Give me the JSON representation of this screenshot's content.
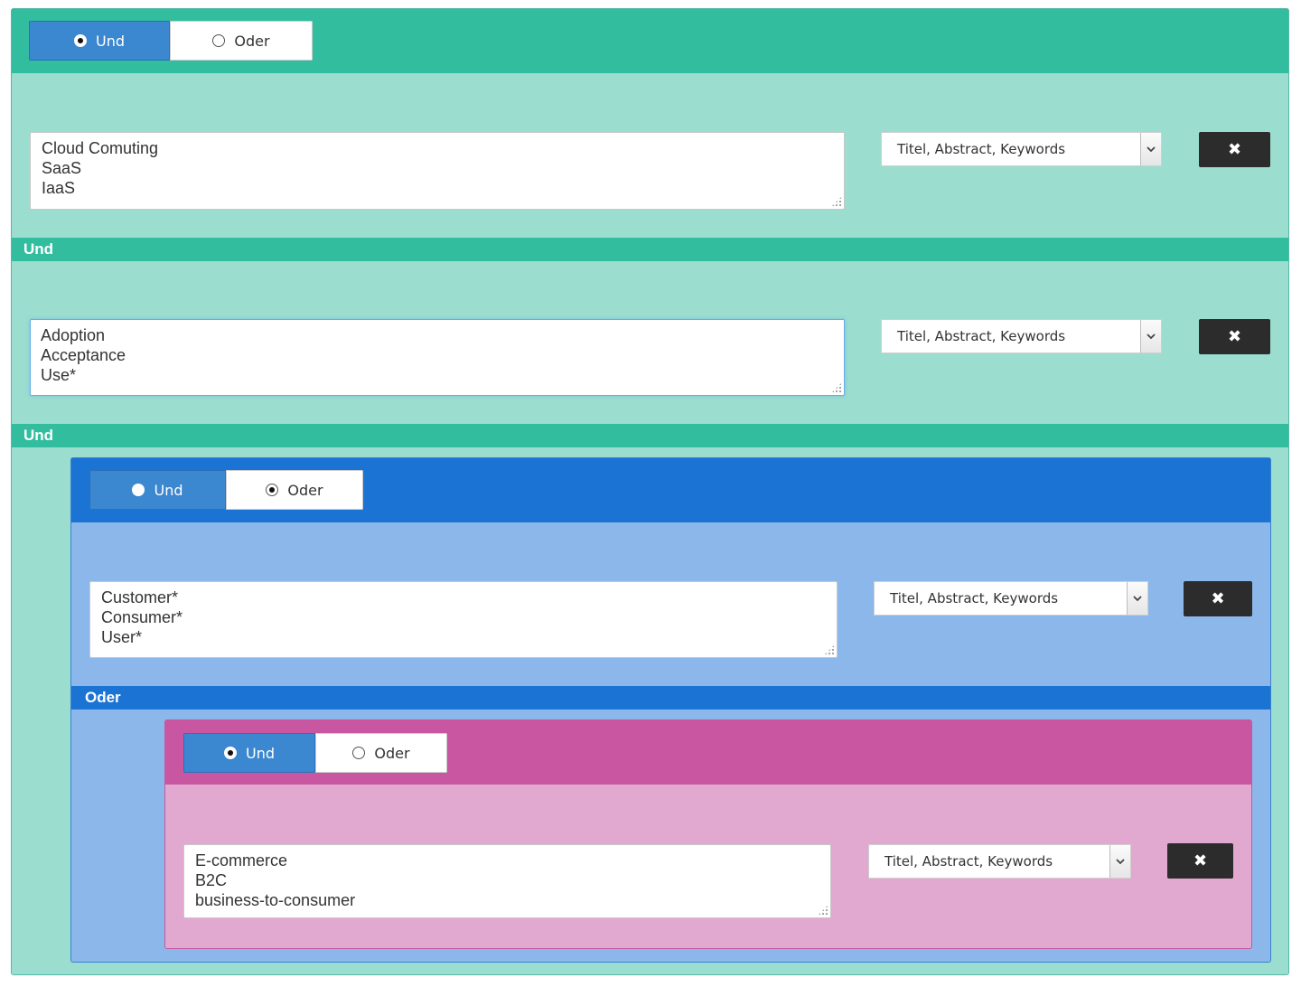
{
  "groups": [
    {
      "id": "group-1",
      "toggle": {
        "options": [
          {
            "label": "Und",
            "checked": true
          },
          {
            "label": "Oder",
            "checked": false
          }
        ]
      },
      "color": {
        "header": "#33bd9f",
        "body": "#9bdecf"
      }
    },
    {
      "id": "group-2",
      "toggle": {
        "options": [
          {
            "label": "Und",
            "checked": false
          },
          {
            "label": "Oder",
            "checked": true
          }
        ]
      },
      "color": {
        "header": "#1b74d4",
        "body": "#8cb7ea"
      }
    },
    {
      "id": "group-3",
      "toggle": {
        "options": [
          {
            "label": "Und",
            "checked": true
          },
          {
            "label": "Oder",
            "checked": false
          }
        ]
      },
      "color": {
        "header": "#c956a1",
        "body": "#e2a9d0"
      }
    }
  ],
  "operators": {
    "g1_first": "Und",
    "g1_second": "Und",
    "g2_first": "Oder"
  },
  "terms": [
    {
      "lines": [
        "Cloud Comuting",
        "SaaS",
        "IaaS"
      ],
      "field": "Titel, Abstract, Keywords",
      "delete_symbol": "✖"
    },
    {
      "lines": [
        "Adoption",
        "Acceptance",
        "Use*"
      ],
      "field": "Titel, Abstract, Keywords",
      "delete_symbol": "✖"
    },
    {
      "lines": [
        "Customer*",
        "Consumer*",
        "User*"
      ],
      "field": "Titel, Abstract, Keywords",
      "delete_symbol": "✖"
    },
    {
      "lines": [
        "E-commerce",
        "B2C",
        "business-to-consumer"
      ],
      "field": "Titel, Abstract, Keywords",
      "delete_symbol": "✖"
    }
  ],
  "icons": {
    "radio": "radio-icon",
    "dropdown": "chevron-down-icon",
    "delete": "close-icon",
    "resize": "resize-grip-icon"
  }
}
